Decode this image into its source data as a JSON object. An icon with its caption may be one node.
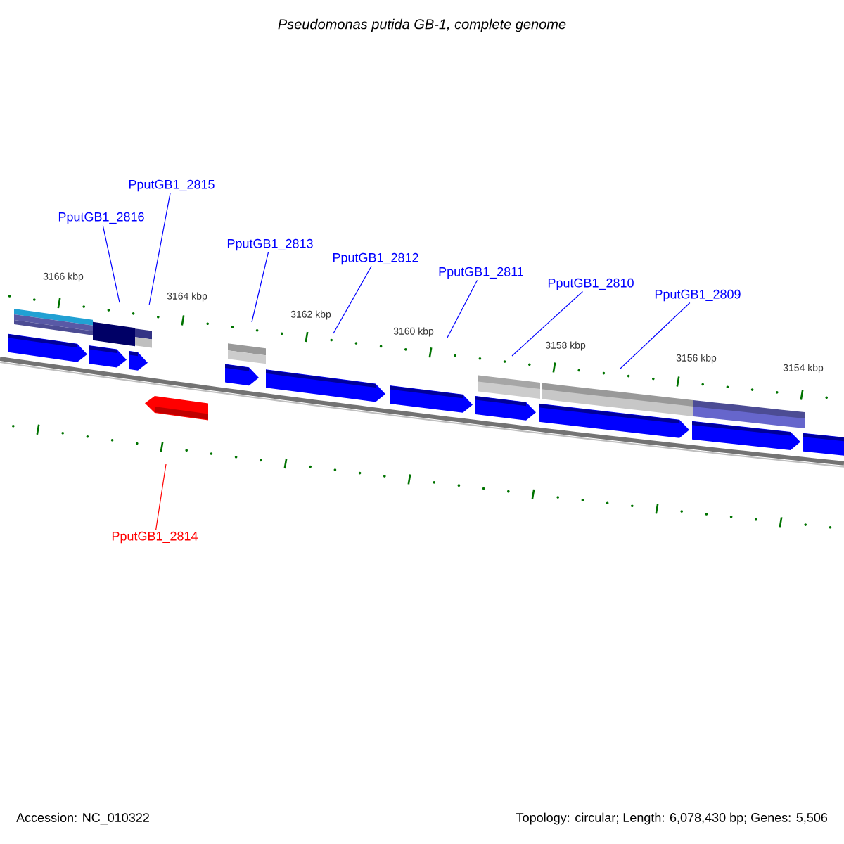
{
  "diagram": {
    "title": "Pseudomonas putida GB-1, complete genome",
    "nodes": [
      {
        "text": [
          "PputGB1_2815"
        ]
      },
      {
        "text": [
          "PputGB1_2816"
        ]
      },
      {
        "text": [
          "PputGB1_2813"
        ]
      },
      {
        "text": [
          "PputGB1_2812"
        ]
      },
      {
        "text": [
          "PputGB1_2811"
        ]
      },
      {
        "text": [
          "PputGB1_2810"
        ]
      },
      {
        "text": [
          "PputGB1_2809"
        ]
      },
      {
        "text": [
          "PputGB1_2814"
        ]
      }
    ],
    "edges": [
      {
        "from": 0,
        "to": null,
        "arrow": "none"
      },
      {
        "from": 1,
        "to": null,
        "arrow": "none"
      },
      {
        "from": 2,
        "to": null,
        "arrow": "none"
      },
      {
        "from": 3,
        "to": null,
        "arrow": "none"
      },
      {
        "from": 4,
        "to": null,
        "arrow": "none"
      },
      {
        "from": 5,
        "to": null,
        "arrow": "none"
      },
      {
        "from": 6,
        "to": null,
        "arrow": "none"
      },
      {
        "from": 7,
        "to": null,
        "arrow": "none",
        "color": "#ff0000"
      }
    ],
    "labels": [
      "3166 kbp",
      "3164 kbp",
      "3162 kbp",
      "3160 kbp",
      "3158 kbp",
      "3156 kbp",
      "3154 kbp",
      "Accession: NC_010322",
      "Topology: circular; Length: 6,078,430 bp; Genes: 5,506"
    ]
  }
}
